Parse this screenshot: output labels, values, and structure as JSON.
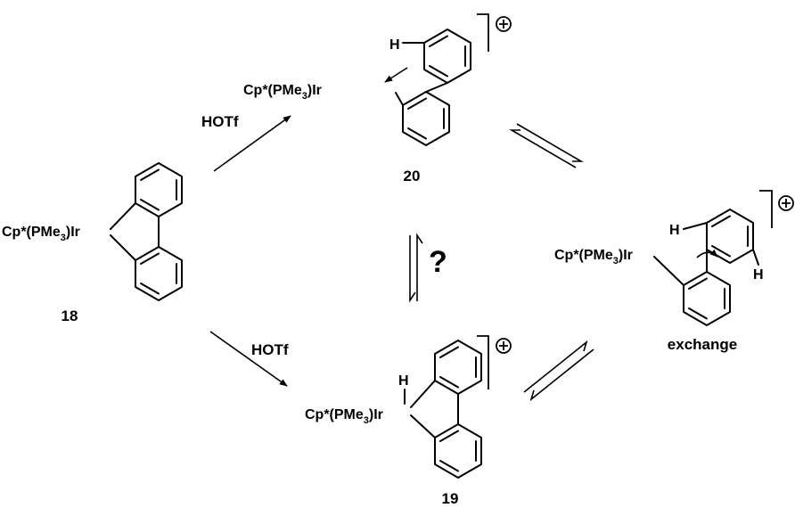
{
  "colors": {
    "ink": "#000000",
    "background": "#ffffff"
  },
  "complexes": {
    "c18": {
      "ligand_prefix": "Cp*(PMe",
      "sub": "3",
      "ligand_suffix": ")Ir",
      "number": "18"
    },
    "c20": {
      "ligand_prefix": "Cp*(PMe",
      "sub": "3",
      "ligand_suffix": ")Ir",
      "h_atom": "H",
      "number": "20"
    },
    "c19": {
      "ligand_prefix": "Cp*(PMe",
      "sub": "3",
      "ligand_suffix": ")Ir",
      "h_atom": "H",
      "number": "19"
    },
    "exchange": {
      "ligand_prefix": "Cp*(PMe",
      "sub": "3",
      "ligand_suffix": ")Ir",
      "h_left": "H",
      "h_right": "H",
      "caption": "exchange"
    }
  },
  "reagents": {
    "top": "HOTf",
    "bottom": "HOTf"
  },
  "question_mark": "?",
  "charge_icon": "circled-plus-icon"
}
